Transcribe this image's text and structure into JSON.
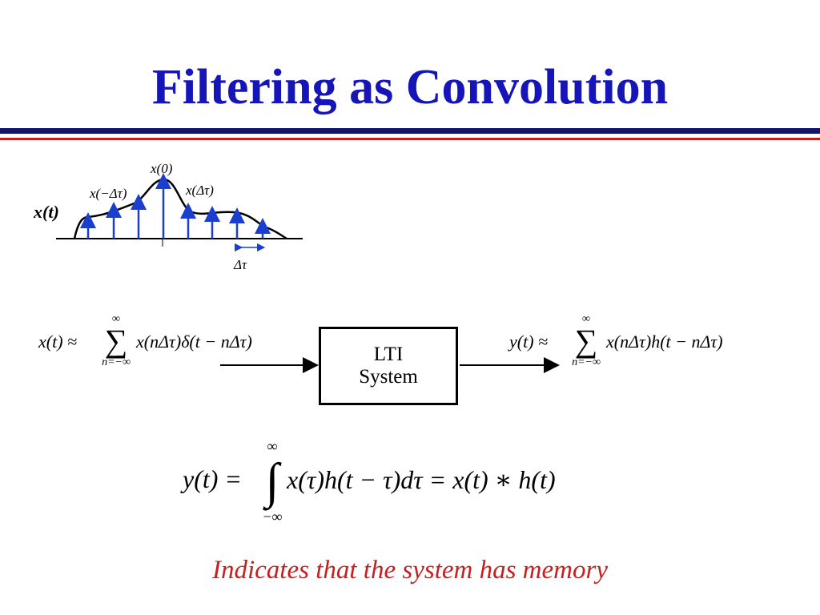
{
  "slide": {
    "title": "Filtering as Convolution",
    "accent_colors": {
      "title": "#1515b8",
      "rule_blue": "#14146e",
      "rule_red": "#c81e1e",
      "stems": "#1a3fcf"
    }
  },
  "signal_plot": {
    "signal_label": "x(t)",
    "sample_labels": {
      "center": "x(0)",
      "left": "x(−Δτ)",
      "right": "x(Δτ)"
    },
    "spacing_label": "Δτ"
  },
  "input_equation": {
    "lhs": "x(t) ≈",
    "sum_symbol": "∑",
    "upper_limit": "∞",
    "lower_limit": "n=−∞",
    "body": "x(nΔτ)δ(t − nΔτ)"
  },
  "system_box": {
    "line1": "LTI",
    "line2": "System"
  },
  "output_equation": {
    "lhs": "y(t) ≈",
    "sum_symbol": "∑",
    "upper_limit": "∞",
    "lower_limit": "n=−∞",
    "body": "x(nΔτ)h(t − nΔτ)"
  },
  "convolution_equation": {
    "lhs": "y(t) =",
    "integral_symbol": "∫",
    "upper_limit": "∞",
    "lower_limit": "−∞",
    "body": "x(τ)h(t − τ)dτ = x(t) ∗ h(t)"
  },
  "note": "Indicates that the system has memory"
}
